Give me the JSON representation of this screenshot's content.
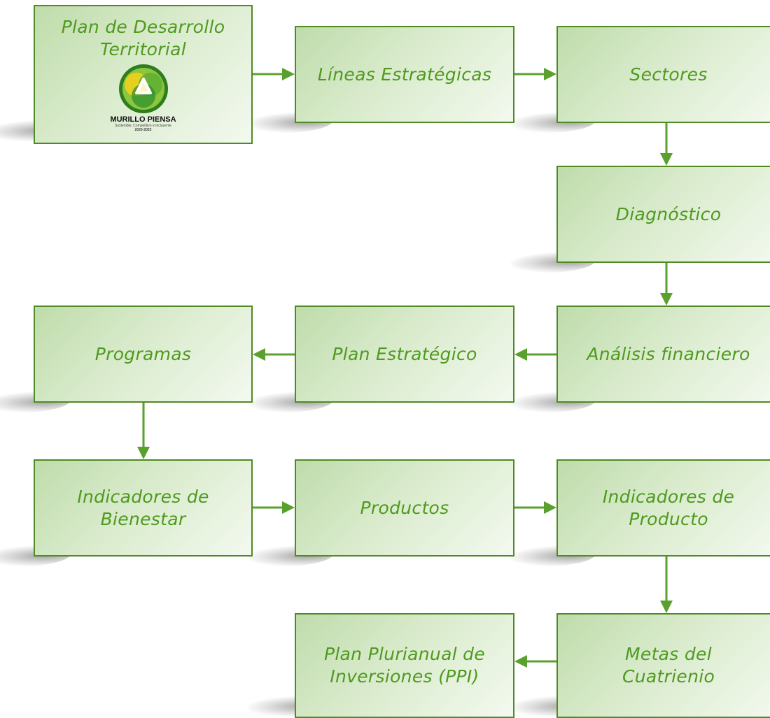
{
  "nodes": {
    "plan_desarrollo": {
      "label": "Plan de Desarrollo\nTerritorial",
      "logo_title": "MURILLO PIENSA",
      "logo_subtitle": "Sostenible, Competitivo e Incluyente",
      "logo_years": "2020-2023"
    },
    "lineas": {
      "label": "Líneas Estratégicas"
    },
    "sectores": {
      "label": "Sectores"
    },
    "diagnostico": {
      "label": "Diagnóstico"
    },
    "analisis": {
      "label": "Análisis financiero"
    },
    "plan_estrategico": {
      "label": "Plan Estratégico"
    },
    "programas": {
      "label": "Programas"
    },
    "indicadores_bienestar": {
      "label": "Indicadores de\nBienestar"
    },
    "productos": {
      "label": "Productos"
    },
    "indicadores_producto": {
      "label": "Indicadores de\nProducto"
    },
    "metas": {
      "label": "Metas del\nCuatrienio"
    },
    "ppi": {
      "label": "Plan Plurianual de\nInversiones (PPI)"
    }
  },
  "colors": {
    "border": "#4f8a24",
    "text": "#4e9a1e",
    "arrow": "#5aa02c",
    "fill_dark": "#bfdcab",
    "fill_light": "#f3f9ef"
  }
}
